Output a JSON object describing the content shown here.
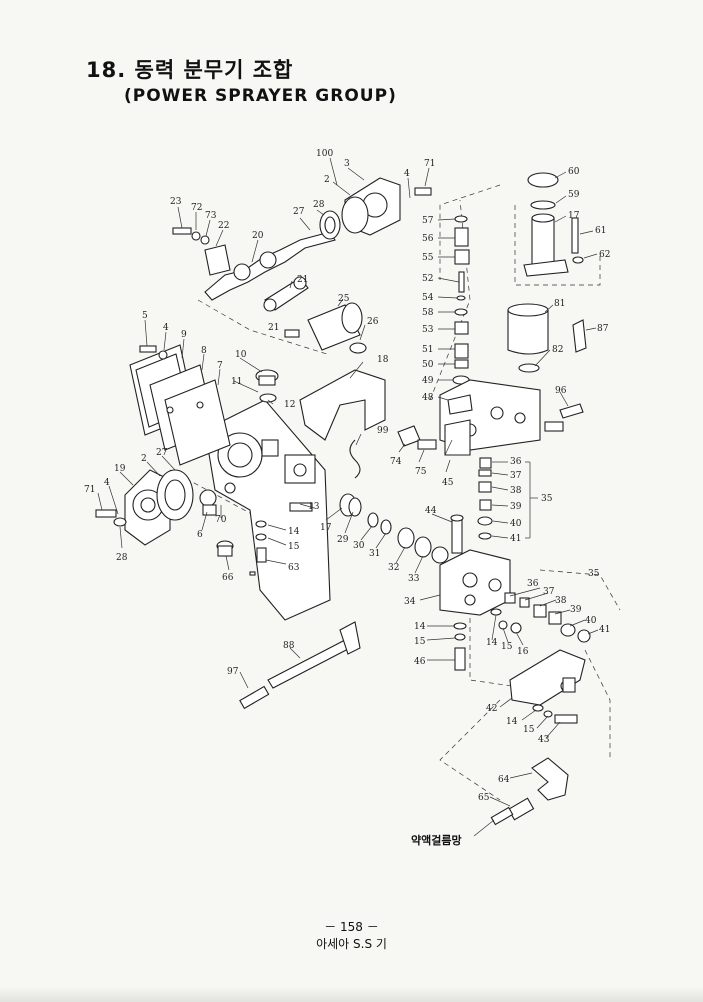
{
  "header": {
    "title_ko": "18. 동력 분무기 조합",
    "title_en": "(POWER SPRAYER GROUP)"
  },
  "diagram": {
    "part_numbers": [
      "100",
      "3",
      "71",
      "2",
      "4",
      "60",
      "59",
      "17",
      "61",
      "62",
      "57",
      "56",
      "55",
      "23",
      "72",
      "73",
      "22",
      "27",
      "28",
      "20",
      "21",
      "25",
      "26",
      "21",
      "52",
      "54",
      "58",
      "53",
      "81",
      "87",
      "82",
      "51",
      "50",
      "49",
      "48",
      "96",
      "5",
      "4",
      "9",
      "8",
      "10",
      "7",
      "11",
      "12",
      "18",
      "99",
      "74",
      "75",
      "45",
      "36",
      "37",
      "38",
      "35",
      "39",
      "40",
      "41",
      "19",
      "2",
      "27",
      "71",
      "4",
      "70",
      "6",
      "13",
      "17",
      "29",
      "30",
      "31",
      "32",
      "33",
      "44",
      "28",
      "14",
      "15",
      "66",
      "63",
      "34",
      "36",
      "37",
      "38",
      "39",
      "35",
      "40",
      "41",
      "14",
      "15",
      "14",
      "15",
      "16",
      "46",
      "88",
      "97",
      "42",
      "14",
      "15",
      "43",
      "64",
      "65"
    ],
    "strainer_label": "약액걸름망"
  },
  "footer": {
    "page": "－ 158 －",
    "company": "아세아 S.S 기"
  }
}
